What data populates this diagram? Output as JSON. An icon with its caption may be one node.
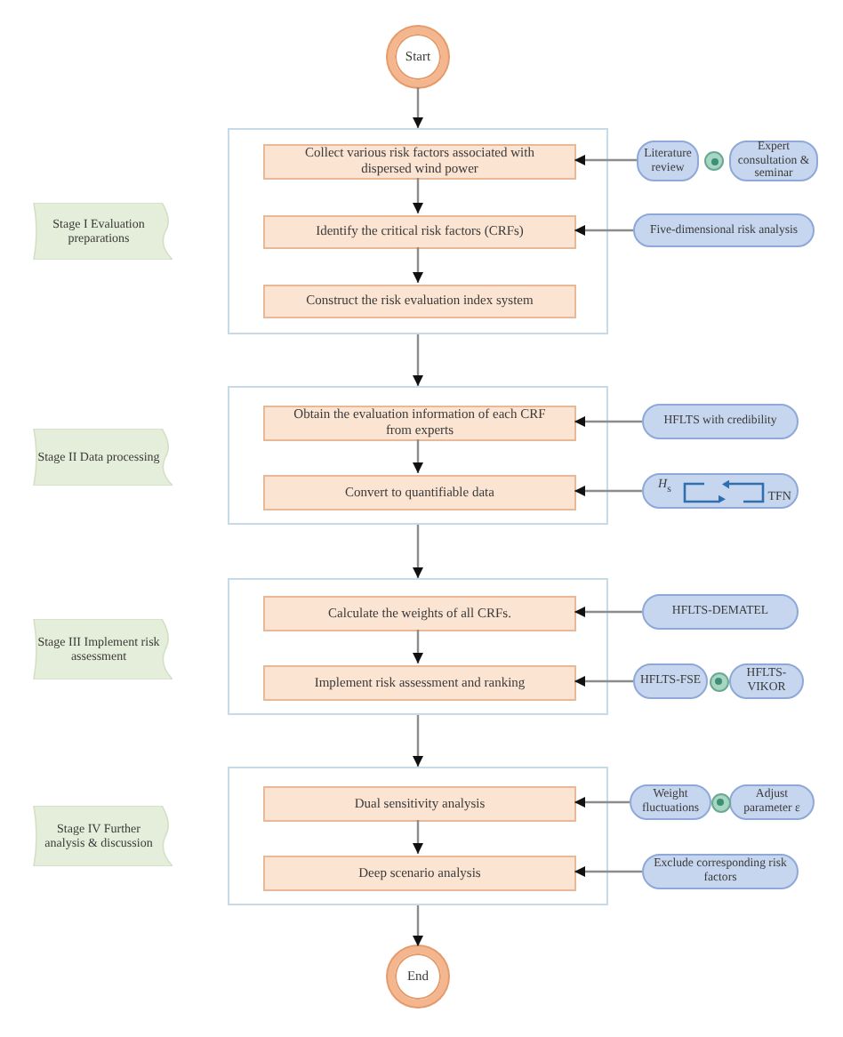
{
  "diagram": {
    "nodes": [
      {
        "text": [
          "Start"
        ]
      },
      {
        "text": [
          "Stage I Evaluation preparations"
        ]
      },
      {
        "text": [],
        "shape": "box"
      },
      {
        "text": [
          "Collect various risk factors associated with dispersed wind power"
        ],
        "in": 2
      },
      {
        "text": [
          "Literature review"
        ]
      },
      {
        "text": [
          "Expert consultation & seminar"
        ]
      },
      {
        "text": [
          "Identify the critical risk factors (CRFs)"
        ],
        "in": 2
      },
      {
        "text": [
          "Five-dimensional risk analysis"
        ]
      },
      {
        "text": [
          "Construct the risk evaluation index system"
        ],
        "in": 2
      },
      {
        "text": [
          "Stage II Data processing"
        ]
      },
      {
        "text": [],
        "shape": "box"
      },
      {
        "text": [
          "Obtain the evaluation information of each CRF from experts"
        ],
        "in": 10
      },
      {
        "text": [
          "HFLTS with credibility"
        ]
      },
      {
        "text": [
          "Convert to quantifiable data"
        ],
        "in": 10
      },
      {
        "text": [
          "*H*$_{s}$",
          "TFN"
        ]
      },
      {
        "text": [
          "Stage III Implement risk assessment"
        ]
      },
      {
        "text": [],
        "shape": "box"
      },
      {
        "text": [
          "Calculate the weights of all CRFs."
        ],
        "in": 16
      },
      {
        "text": [
          "HFLTS-DEMATEL"
        ]
      },
      {
        "text": [
          "Implement risk assessment and ranking"
        ],
        "in": 16
      },
      {
        "text": [
          "HFLTS-FSE"
        ]
      },
      {
        "text": [
          "HFLTS-VIKOR"
        ]
      },
      {
        "text": [
          "Stage IV Further analysis & discussion"
        ]
      },
      {
        "text": [],
        "shape": "box"
      },
      {
        "text": [
          "Dual sensitivity analysis"
        ],
        "in": 23
      },
      {
        "text": [
          "Weight fluctuations"
        ]
      },
      {
        "text": [
          "Adjust parameter ε"
        ]
      },
      {
        "text": [
          "Deep scenario analysis"
        ],
        "in": 23
      },
      {
        "text": [
          "Exclude corresponding risk factors"
        ]
      },
      {
        "text": [
          "End"
        ]
      }
    ],
    "edges": [
      {
        "from": 0,
        "to": 2,
        "arrow": "to"
      },
      {
        "from": 3,
        "to": 6,
        "arrow": "to"
      },
      {
        "from": 6,
        "to": 8,
        "arrow": "to"
      },
      {
        "from": 2,
        "to": 10,
        "arrow": "to"
      },
      {
        "from": 11,
        "to": 13,
        "arrow": "to"
      },
      {
        "from": 10,
        "to": 16,
        "arrow": "to"
      },
      {
        "from": 17,
        "to": 19,
        "arrow": "to"
      },
      {
        "from": 16,
        "to": 23,
        "arrow": "to"
      },
      {
        "from": 24,
        "to": 27,
        "arrow": "to"
      },
      {
        "from": 23,
        "to": 29,
        "arrow": "to"
      },
      {
        "from": 4,
        "to": 3,
        "arrow": "to"
      },
      {
        "from": 7,
        "to": 6,
        "arrow": "to"
      },
      {
        "from": 12,
        "to": 11,
        "arrow": "to"
      },
      {
        "from": 14,
        "to": 13,
        "arrow": "to"
      },
      {
        "from": 18,
        "to": 17,
        "arrow": "to"
      },
      {
        "from": 20,
        "to": 19,
        "arrow": "to"
      },
      {
        "from": 25,
        "to": 24,
        "arrow": "to"
      },
      {
        "from": 28,
        "to": 27,
        "arrow": "to"
      }
    ]
  }
}
